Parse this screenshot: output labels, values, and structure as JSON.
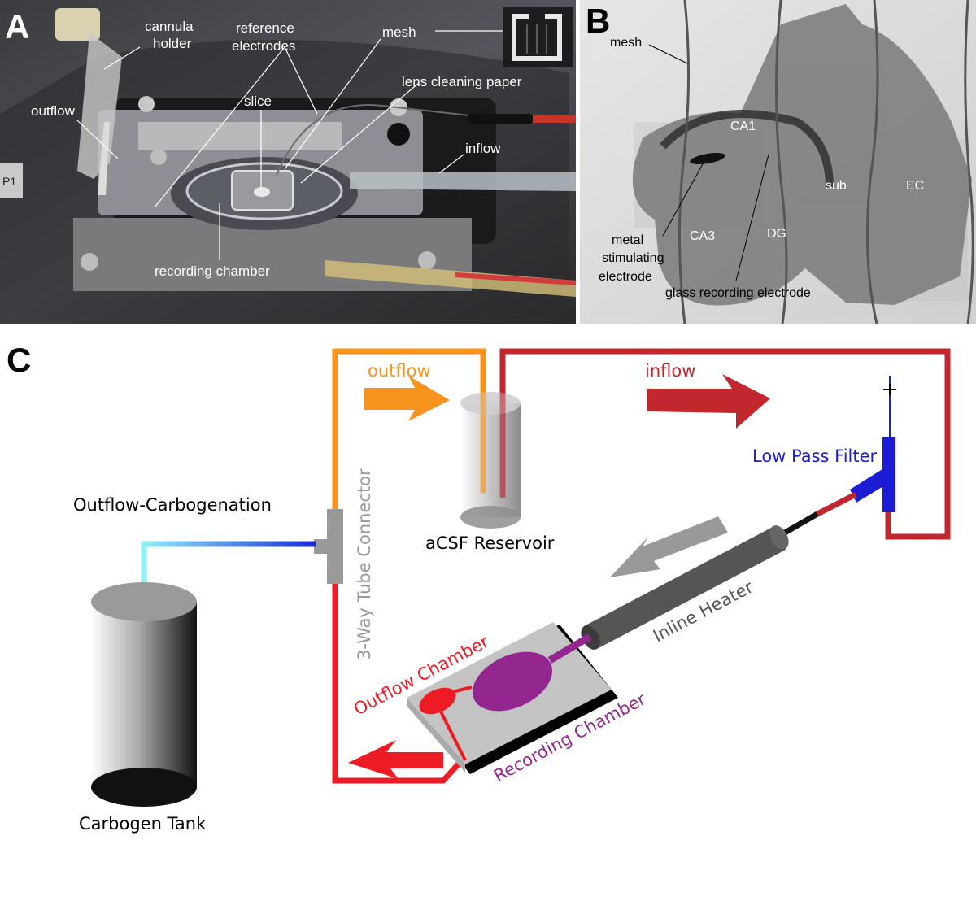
{
  "panels": {
    "a": "A",
    "b": "B",
    "c": "C"
  },
  "panel_a": {
    "cannula_holder_1": "cannula",
    "cannula_holder_2": "holder",
    "reference_1": "reference",
    "reference_2": "electrodes",
    "mesh": "mesh",
    "lens_paper": "lens cleaning paper",
    "outflow": "outflow",
    "slice": "slice",
    "inflow": "inflow",
    "recording_chamber": "recording chamber",
    "plate_tag": "P1"
  },
  "panel_b": {
    "mesh": "mesh",
    "ca1": "CA1",
    "ca3": "CA3",
    "dg": "DG",
    "sub": "sub",
    "ec": "EC",
    "metal_1": "metal",
    "metal_2": "stimulating",
    "metal_3": "electrode",
    "glass": "glass recording electrode"
  },
  "panel_c": {
    "outflow": "outflow",
    "inflow": "inflow",
    "low_pass_filter": "Low Pass Filter",
    "acsf_reservoir": "aCSF Reservoir",
    "outflow_carbogenation": "Outflow-Carbogenation",
    "three_way": "3-Way Tube Connector",
    "inline_heater": "Inline Heater",
    "outflow_chamber": "Outflow Chamber",
    "recording_chamber": "Recording Chamber",
    "carbogen_tank": "Carbogen Tank"
  },
  "colors": {
    "outflow": "#f7931e",
    "inflow": "#c1272d",
    "filter": "#1c1cd4",
    "recording": "#93278f",
    "outflow_red": "#ed1c24",
    "gray": "#999999"
  }
}
